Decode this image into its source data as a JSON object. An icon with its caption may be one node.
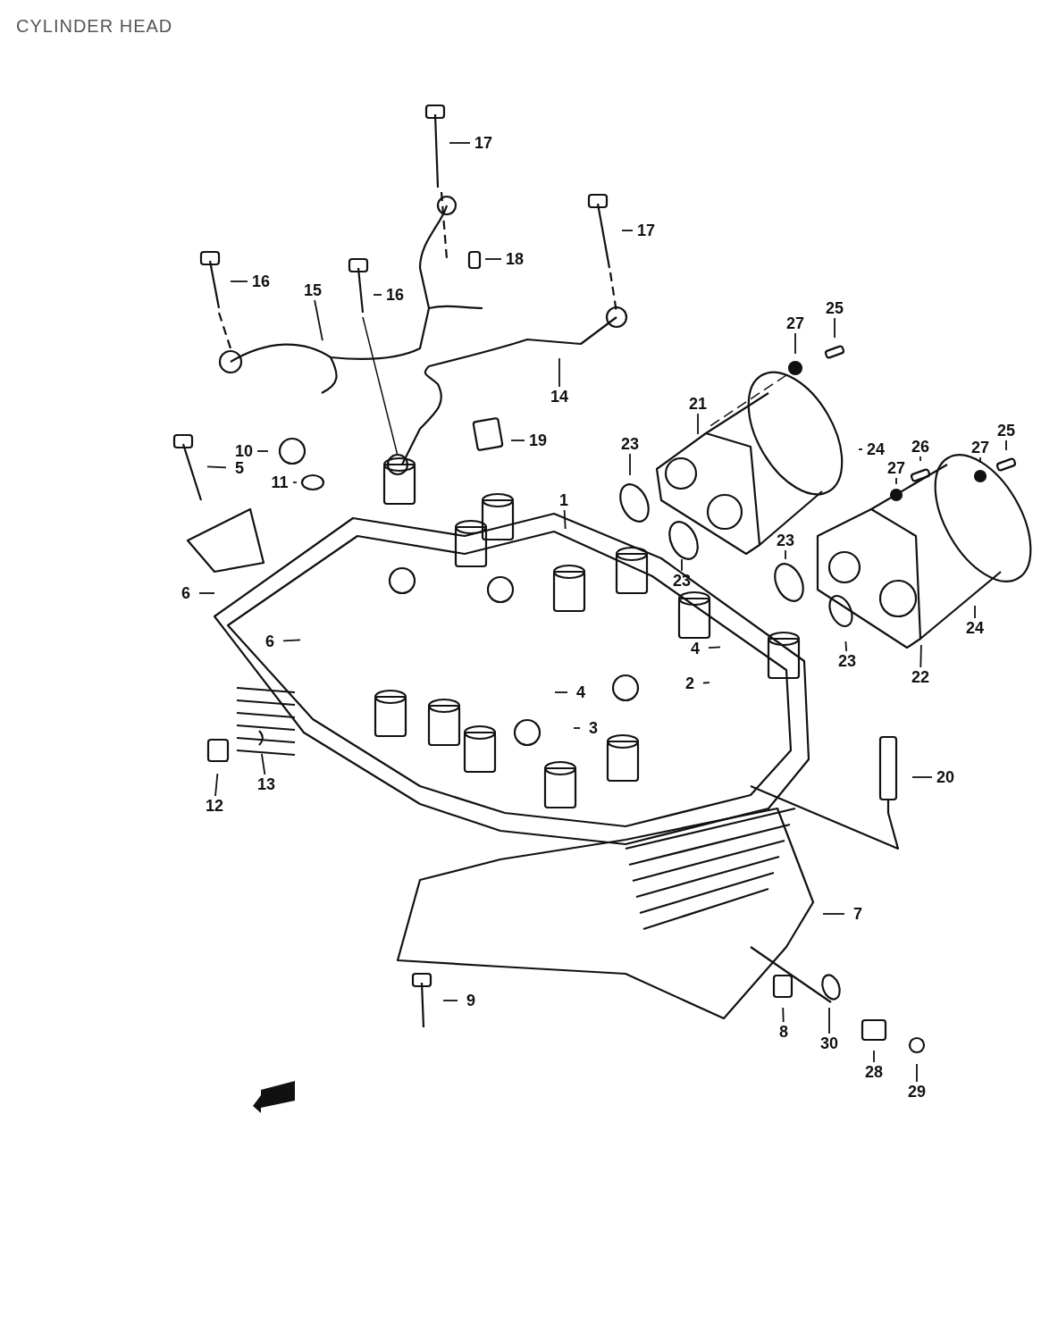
{
  "diagram": {
    "title": "CYLINDER HEAD",
    "nodes": [
      {
        "text": [
          "17"
        ]
      },
      {
        "text": [
          "17"
        ]
      },
      {
        "text": [
          "18"
        ]
      },
      {
        "text": [
          "16"
        ]
      },
      {
        "text": [
          "16"
        ]
      },
      {
        "text": [
          "15"
        ]
      },
      {
        "text": [
          "14"
        ]
      },
      {
        "text": [
          "10"
        ]
      },
      {
        "text": [
          "19"
        ]
      },
      {
        "text": [
          "5"
        ]
      },
      {
        "text": [
          "11"
        ]
      },
      {
        "text": [
          "1"
        ]
      },
      {
        "text": [
          "27"
        ]
      },
      {
        "text": [
          "25"
        ]
      },
      {
        "text": [
          "21"
        ]
      },
      {
        "text": [
          "23"
        ]
      },
      {
        "text": [
          "24"
        ]
      },
      {
        "text": [
          "26"
        ]
      },
      {
        "text": [
          "27"
        ]
      },
      {
        "text": [
          "25"
        ]
      },
      {
        "text": [
          "27"
        ]
      },
      {
        "text": [
          "6"
        ]
      },
      {
        "text": [
          "23"
        ]
      },
      {
        "text": [
          "23"
        ]
      },
      {
        "text": [
          "24"
        ]
      },
      {
        "text": [
          "6"
        ]
      },
      {
        "text": [
          "4"
        ]
      },
      {
        "text": [
          "2"
        ]
      },
      {
        "text": [
          "4"
        ]
      },
      {
        "text": [
          "3"
        ]
      },
      {
        "text": [
          "23"
        ]
      },
      {
        "text": [
          "22"
        ]
      },
      {
        "text": [
          "12"
        ]
      },
      {
        "text": [
          "13"
        ]
      },
      {
        "text": [
          "20"
        ]
      },
      {
        "text": [
          "7"
        ]
      },
      {
        "text": [
          "9"
        ]
      },
      {
        "text": [
          "8"
        ]
      },
      {
        "text": [
          "30"
        ]
      },
      {
        "text": [
          "28"
        ]
      },
      {
        "text": [
          "29"
        ]
      }
    ],
    "edges": [
      {
        "from": 0,
        "to": null,
        "arrow": "none"
      },
      {
        "from": 1,
        "to": null,
        "arrow": "none"
      },
      {
        "from": 2,
        "to": null,
        "arrow": "none"
      },
      {
        "from": 3,
        "to": null,
        "arrow": "none"
      },
      {
        "from": 4,
        "to": null,
        "arrow": "none"
      },
      {
        "from": 5,
        "to": null,
        "arrow": "none"
      },
      {
        "from": 6,
        "to": null,
        "arrow": "none"
      },
      {
        "from": 7,
        "to": null,
        "arrow": "none"
      },
      {
        "from": 8,
        "to": null,
        "arrow": "none"
      },
      {
        "from": 9,
        "to": null,
        "arrow": "none"
      },
      {
        "from": 10,
        "to": null,
        "arrow": "none"
      },
      {
        "from": 11,
        "to": null,
        "arrow": "none"
      },
      {
        "from": 12,
        "to": null,
        "arrow": "none"
      },
      {
        "from": 13,
        "to": null,
        "arrow": "none"
      },
      {
        "from": 14,
        "to": null,
        "arrow": "none"
      },
      {
        "from": 15,
        "to": null,
        "arrow": "none"
      },
      {
        "from": 16,
        "to": null,
        "arrow": "none"
      },
      {
        "from": 17,
        "to": null,
        "arrow": "none"
      },
      {
        "from": 18,
        "to": null,
        "arrow": "none"
      },
      {
        "from": 19,
        "to": null,
        "arrow": "none"
      },
      {
        "from": 20,
        "to": null,
        "arrow": "none"
      },
      {
        "from": 21,
        "to": null,
        "arrow": "none"
      },
      {
        "from": 22,
        "to": null,
        "arrow": "none"
      },
      {
        "from": 23,
        "to": null,
        "arrow": "none"
      },
      {
        "from": 24,
        "to": null,
        "arrow": "none"
      },
      {
        "from": 25,
        "to": null,
        "arrow": "none"
      },
      {
        "from": 26,
        "to": null,
        "arrow": "none"
      },
      {
        "from": 27,
        "to": null,
        "arrow": "none"
      },
      {
        "from": 28,
        "to": null,
        "arrow": "none"
      },
      {
        "from": 29,
        "to": null,
        "arrow": "none"
      },
      {
        "from": 30,
        "to": null,
        "arrow": "none"
      },
      {
        "from": 31,
        "to": null,
        "arrow": "none"
      },
      {
        "from": 32,
        "to": null,
        "arrow": "none"
      },
      {
        "from": 33,
        "to": null,
        "arrow": "none"
      },
      {
        "from": 34,
        "to": null,
        "arrow": "none"
      },
      {
        "from": 35,
        "to": null,
        "arrow": "none"
      },
      {
        "from": 36,
        "to": null,
        "arrow": "none"
      },
      {
        "from": 37,
        "to": null,
        "arrow": "none"
      },
      {
        "from": 38,
        "to": null,
        "arrow": "none"
      },
      {
        "from": 39,
        "to": null,
        "arrow": "none"
      },
      {
        "from": 40,
        "to": null,
        "arrow": "none"
      }
    ]
  }
}
